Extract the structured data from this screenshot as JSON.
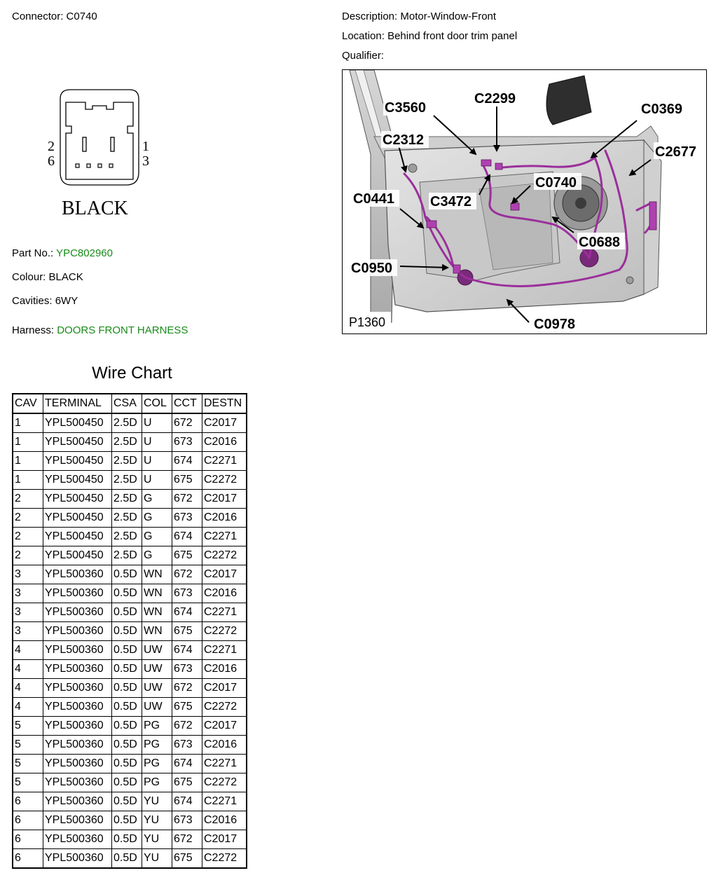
{
  "connector": {
    "label": "Connector:",
    "value": "C0740"
  },
  "description": {
    "label": "Description:",
    "value": "Motor-Window-Front"
  },
  "location": {
    "label": "Location:",
    "value": "Behind front door trim panel"
  },
  "qualifier": {
    "label": "Qualifier:",
    "value": ""
  },
  "connector_diagram": {
    "pins_left_top": "2",
    "pins_left_bottom": "6",
    "pins_right_top": "1",
    "pins_right_bottom": "3",
    "color_label": "BLACK"
  },
  "part_no": {
    "label": "Part No.:",
    "value": "YPC802960"
  },
  "colour": {
    "label": "Colour:",
    "value": "BLACK"
  },
  "cavities": {
    "label": "Cavities:",
    "value": "6WY"
  },
  "harness": {
    "label": "Harness:",
    "value": "DOORS FRONT HARNESS"
  },
  "figure": {
    "ref": "P1360",
    "callouts": [
      "C3560",
      "C2299",
      "C0369",
      "C2312",
      "C2677",
      "C0740",
      "C0441",
      "C3472",
      "C0688",
      "C0950",
      "C0978"
    ],
    "harness_color": "#9b2f9b"
  },
  "wire_chart": {
    "title": "Wire Chart",
    "headers": [
      "CAV",
      "TERMINAL",
      "CSA",
      "COL",
      "CCT",
      "DESTN"
    ],
    "rows": [
      [
        "1",
        "YPL500450",
        "2.5D",
        "U",
        "672",
        "C2017"
      ],
      [
        "1",
        "YPL500450",
        "2.5D",
        "U",
        "673",
        "C2016"
      ],
      [
        "1",
        "YPL500450",
        "2.5D",
        "U",
        "674",
        "C2271"
      ],
      [
        "1",
        "YPL500450",
        "2.5D",
        "U",
        "675",
        "C2272"
      ],
      [
        "2",
        "YPL500450",
        "2.5D",
        "G",
        "672",
        "C2017"
      ],
      [
        "2",
        "YPL500450",
        "2.5D",
        "G",
        "673",
        "C2016"
      ],
      [
        "2",
        "YPL500450",
        "2.5D",
        "G",
        "674",
        "C2271"
      ],
      [
        "2",
        "YPL500450",
        "2.5D",
        "G",
        "675",
        "C2272"
      ],
      [
        "3",
        "YPL500360",
        "0.5D",
        "WN",
        "672",
        "C2017"
      ],
      [
        "3",
        "YPL500360",
        "0.5D",
        "WN",
        "673",
        "C2016"
      ],
      [
        "3",
        "YPL500360",
        "0.5D",
        "WN",
        "674",
        "C2271"
      ],
      [
        "3",
        "YPL500360",
        "0.5D",
        "WN",
        "675",
        "C2272"
      ],
      [
        "4",
        "YPL500360",
        "0.5D",
        "UW",
        "674",
        "C2271"
      ],
      [
        "4",
        "YPL500360",
        "0.5D",
        "UW",
        "673",
        "C2016"
      ],
      [
        "4",
        "YPL500360",
        "0.5D",
        "UW",
        "672",
        "C2017"
      ],
      [
        "4",
        "YPL500360",
        "0.5D",
        "UW",
        "675",
        "C2272"
      ],
      [
        "5",
        "YPL500360",
        "0.5D",
        "PG",
        "672",
        "C2017"
      ],
      [
        "5",
        "YPL500360",
        "0.5D",
        "PG",
        "673",
        "C2016"
      ],
      [
        "5",
        "YPL500360",
        "0.5D",
        "PG",
        "674",
        "C2271"
      ],
      [
        "5",
        "YPL500360",
        "0.5D",
        "PG",
        "675",
        "C2272"
      ],
      [
        "6",
        "YPL500360",
        "0.5D",
        "YU",
        "674",
        "C2271"
      ],
      [
        "6",
        "YPL500360",
        "0.5D",
        "YU",
        "673",
        "C2016"
      ],
      [
        "6",
        "YPL500360",
        "0.5D",
        "YU",
        "672",
        "C2017"
      ],
      [
        "6",
        "YPL500360",
        "0.5D",
        "YU",
        "675",
        "C2272"
      ]
    ]
  }
}
